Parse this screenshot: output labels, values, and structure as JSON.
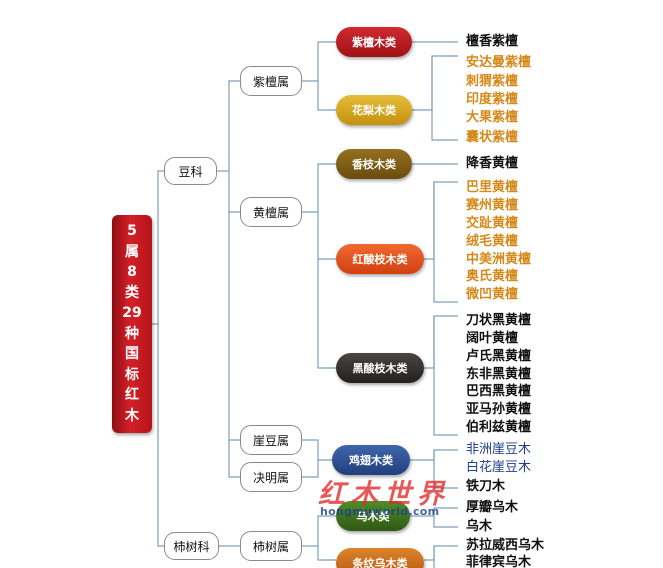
{
  "root": {
    "label": [
      "5",
      "属",
      "8",
      "类",
      "29",
      "种",
      "国",
      "标",
      "红",
      "木"
    ]
  },
  "families": {
    "doke": "豆科",
    "shi": "柿树科"
  },
  "genera": {
    "zitan": "紫檀属",
    "huangtan": "黄檀属",
    "yadou": "崖豆属",
    "jueming": "决明属",
    "shishu": "柿树属"
  },
  "classes": {
    "zitan_mu": "紫檀木类",
    "huali_mu": "花梨木类",
    "xiangzhi_mu": "香枝木类",
    "hongsuanzhi_mu": "红酸枝木类",
    "heisuanzhi_mu": "黑酸枝木类",
    "jichi_mu": "鸡翅木类",
    "wu_mu": "乌木类",
    "tiaowen_wu_mu": "条纹乌木类"
  },
  "species": {
    "zitan": [
      "檀香紫檀"
    ],
    "huali": [
      "安达曼紫檀",
      "刺猬紫檀",
      "印度紫檀",
      "大果紫檀",
      "囊状紫檀"
    ],
    "xiangzhi": [
      "降香黄檀"
    ],
    "hongsuanzhi": [
      "巴里黄檀",
      "赛州黄檀",
      "交趾黄檀",
      "绒毛黄檀",
      "中美洲黄檀",
      "奥氏黄檀",
      "微凹黄檀"
    ],
    "heisuanzhi": [
      "刀状黑黄檀",
      "阔叶黄檀",
      "卢氏黑黄檀",
      "东非黑黄檀",
      "巴西黑黄檀",
      "亚马孙黄檀",
      "伯利兹黄檀"
    ],
    "jichi": [
      "非洲崖豆木",
      "白花崖豆木",
      "铁刀木"
    ],
    "wu": [
      "厚瓣乌木",
      "乌木"
    ],
    "tiaowen": [
      "苏拉威西乌木",
      "菲律宾乌木"
    ]
  },
  "watermark": {
    "title": "红木世界",
    "url": "hongmuworld.com"
  },
  "colors": {
    "root": "#c8161d",
    "zitan_mu": "#b3161c",
    "huali_mu": "#d4a21a",
    "xiangzhi_mu": "#7a5a14",
    "hongsuanzhi_mu": "#e2501e",
    "heisuanzhi_mu": "#33302e",
    "jichi_mu": "#2d4f92",
    "wu_mu": "#3c6e1e",
    "tiaowen_wu_mu": "#c76a18",
    "black_leaf": "#111111",
    "orange_leaf": "#d6891b",
    "line": "#7f9dbd"
  }
}
